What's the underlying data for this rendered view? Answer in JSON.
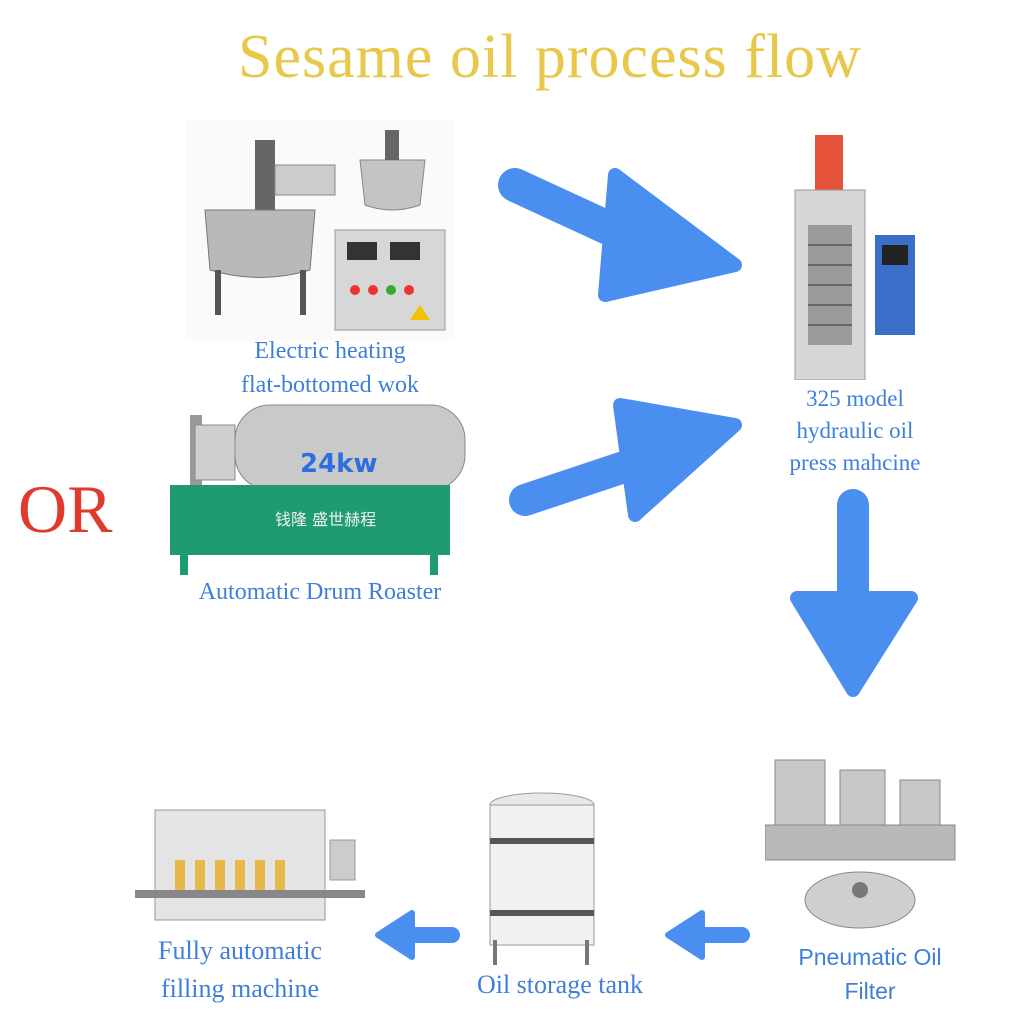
{
  "title": "Sesame oil process flow",
  "or_text": "OR",
  "steps": {
    "wok": {
      "line1": "Electric heating",
      "line2": "flat-bottomed wok"
    },
    "roaster": {
      "label": "Automatic Drum Roaster",
      "power": "24kw",
      "brand": "钱隆  盛世赫程"
    },
    "press": {
      "line1": "325 model",
      "line2": "hydraulic oil",
      "line3": "press mahcine"
    },
    "filter": {
      "label": "Pneumatic Oil Filter"
    },
    "tank": {
      "label": "Oil storage tank"
    },
    "filling": {
      "line1": "Fully automatic",
      "line2": "filling machine"
    }
  },
  "colors": {
    "title": "#e8c84a",
    "labels": "#3f7fd9",
    "arrows": "#4a8ef0",
    "or": "#e03a2c"
  }
}
